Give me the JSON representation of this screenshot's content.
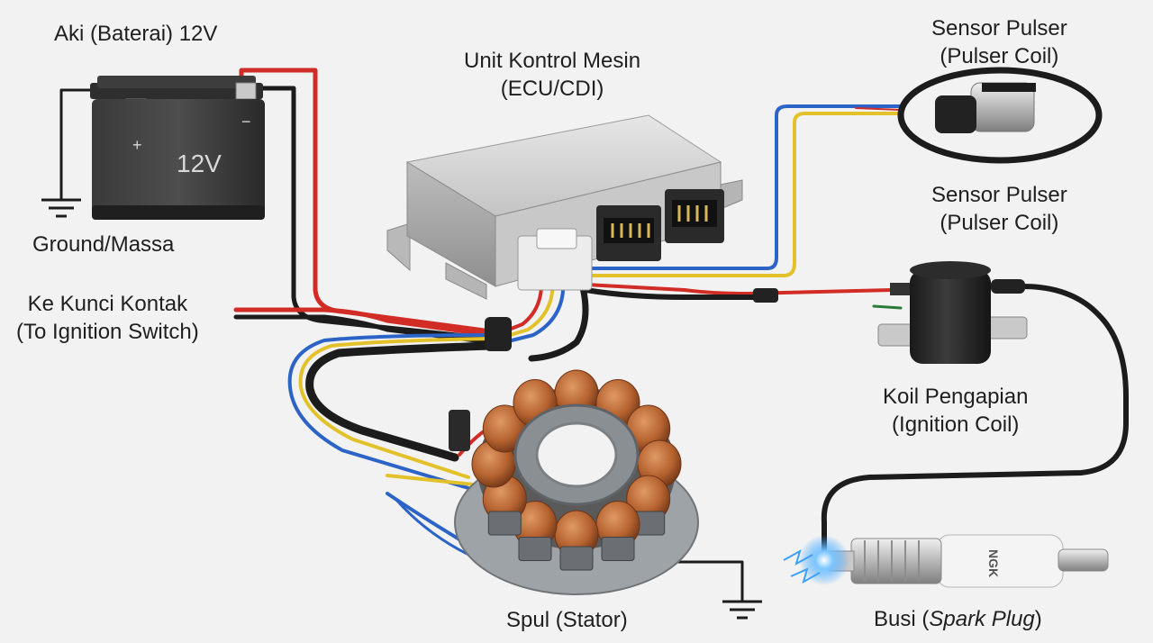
{
  "battery": {
    "title": "Aki (Baterai) 12V",
    "face_text": "12V",
    "plus_mark": "+",
    "minus_mark": "−"
  },
  "ground": {
    "label": "Ground/Massa"
  },
  "ecu": {
    "label_line1": "Unit Kontrol Mesin",
    "label_line2": "(ECU/CDI)"
  },
  "sensor_top": {
    "label_line1": "Sensor Pulser",
    "label_line2": "(Pulser Coil)"
  },
  "sensor_bottom": {
    "label_line1": "Sensor Pulser",
    "label_line2": "(Pulser Coil)"
  },
  "ignition_switch": {
    "label_line1": "Ke Kunci Kontak",
    "label_line2": "(To Ignition Switch)"
  },
  "ignition_coil": {
    "label_line1": "Koil Pengapian",
    "label_line2": "(Ignition Coil)"
  },
  "stator": {
    "label": "Spul (Stator)"
  },
  "spark_plug": {
    "label_prefix": "Busi (",
    "label_italic": "Spark Plug",
    "label_suffix": ")",
    "brand": "NGK"
  },
  "colors": {
    "wire_red": "#d12c25",
    "wire_black": "#1c1c1c",
    "wire_blue": "#2b63c6",
    "wire_yellow": "#e3c12a",
    "copper": "#b5622f",
    "spark": "#3aa0ff",
    "background": "#f2f2f2"
  }
}
